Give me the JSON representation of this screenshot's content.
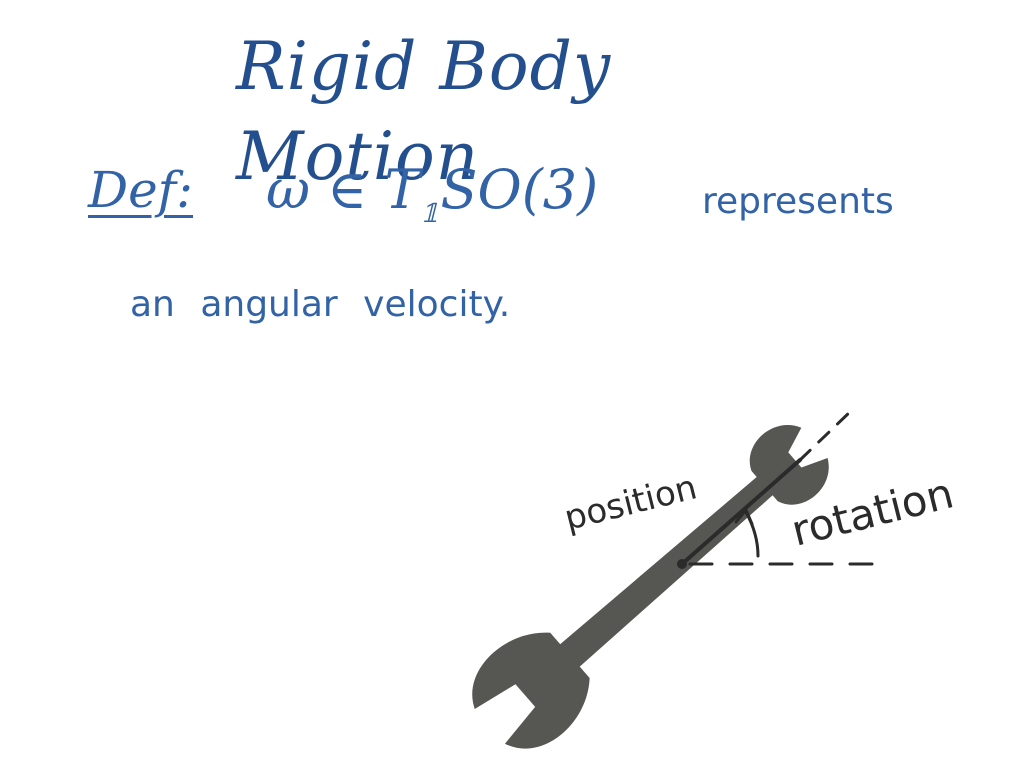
{
  "title": "Rigid Body Motion",
  "definition": {
    "label": "Def:",
    "math_prefix": "ω ∈ T",
    "math_subscript": "𝟙",
    "math_group": "SO(3)",
    "text_after": "represents",
    "text_line2": "an angular velocity."
  },
  "figure": {
    "label_position": "position",
    "label_rotation": "rotation"
  },
  "colors": {
    "title_ink": "#234f8f",
    "body_ink": "#3263a6",
    "wrench": "#565752",
    "figure_ink": "#2b2b2b"
  }
}
